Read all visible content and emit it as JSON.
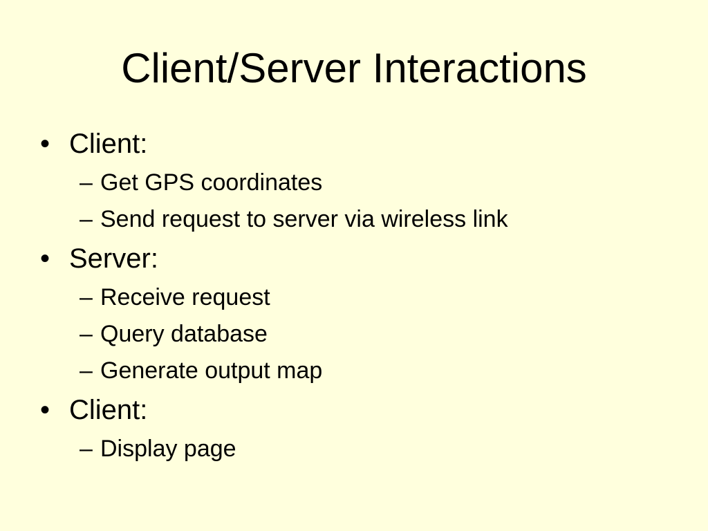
{
  "slide": {
    "title": "Client/Server Interactions",
    "bullet_symbol": "•",
    "sub_symbol": "–",
    "items": [
      {
        "label": "Client:",
        "subs": [
          "Get GPS coordinates",
          "Send request to server via wireless link"
        ]
      },
      {
        "label": "Server:",
        "subs": [
          "Receive request",
          "Query database",
          "Generate output map"
        ]
      },
      {
        "label": "Client:",
        "subs": [
          "Display page"
        ]
      }
    ]
  },
  "colors": {
    "background": "#FFFFDD",
    "text": "#000000"
  }
}
